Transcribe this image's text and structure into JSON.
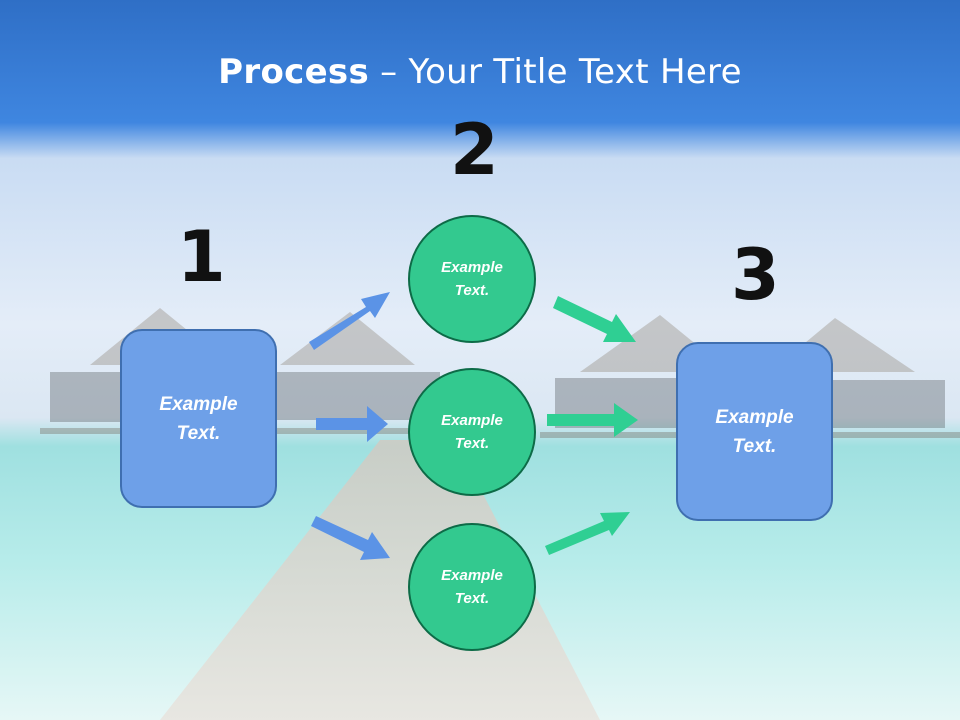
{
  "title": {
    "bold": "Process",
    "rest": " – Your Title Text Here"
  },
  "step_numbers": {
    "one": "1",
    "two": "2",
    "three": "3"
  },
  "left_box": {
    "line1": "Example",
    "line2": "Text."
  },
  "right_box": {
    "line1": "Example",
    "line2": "Text."
  },
  "circles": [
    {
      "line1": "Example",
      "line2": "Text."
    },
    {
      "line1": "Example",
      "line2": "Text."
    },
    {
      "line1": "Example",
      "line2": "Text."
    }
  ],
  "colors": {
    "box_fill": "#6ea0e8",
    "circle_fill": "#33c98f",
    "blue_arrow": "#5b93e6",
    "green_arrow": "#2fcf93"
  }
}
